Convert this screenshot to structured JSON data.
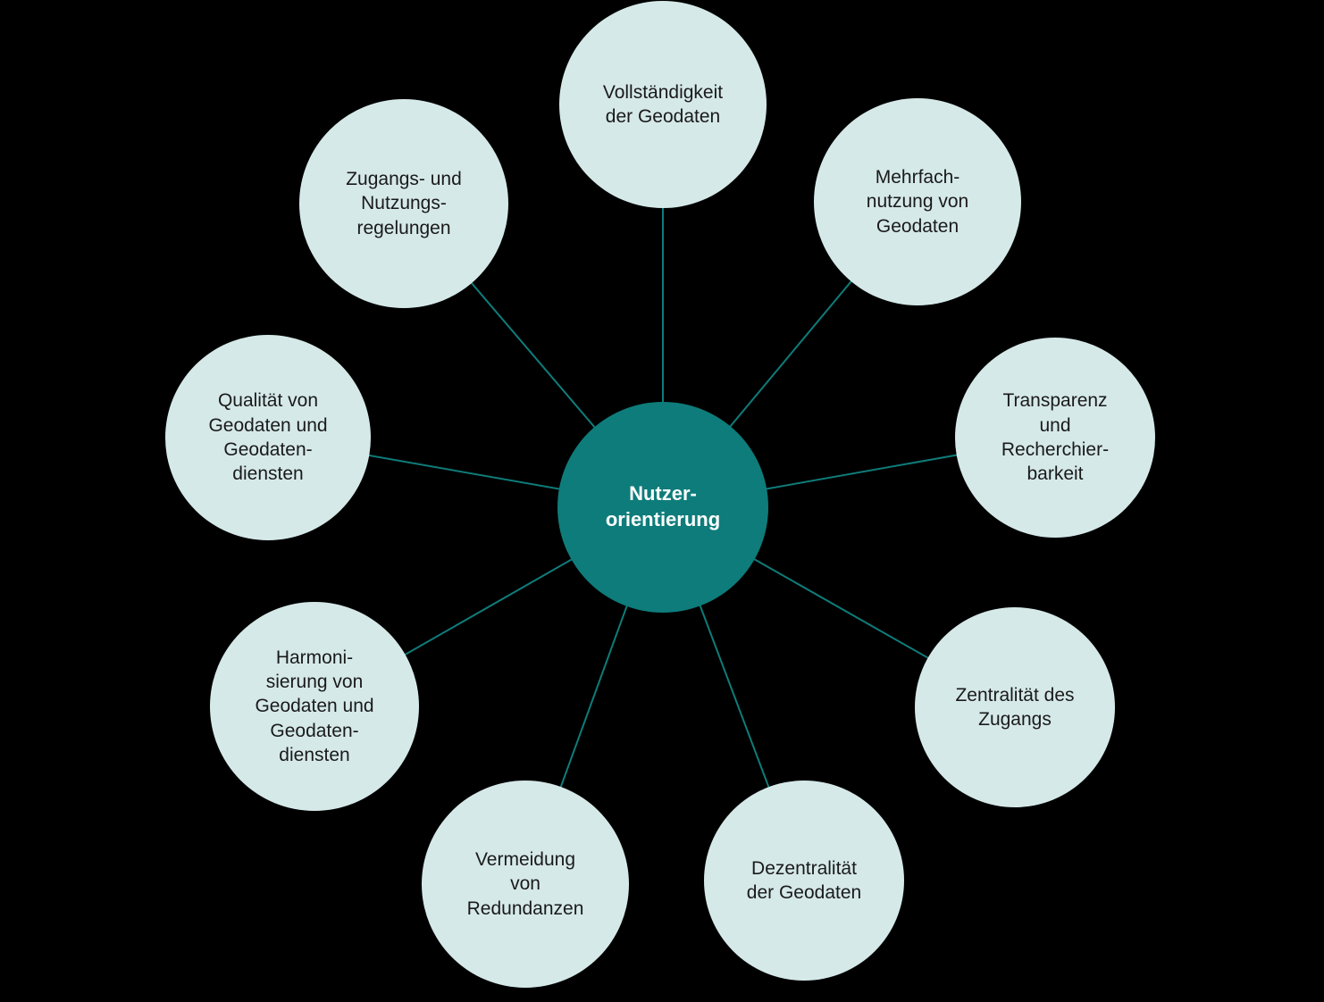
{
  "diagram": {
    "title": "Nutzerorientierung diagram",
    "center": {
      "label": "Nutzer-\norientierung"
    },
    "nodes": [
      {
        "id": "vollstaendigkeit",
        "label": "Vollständigkeit\nder Geodaten"
      },
      {
        "id": "mehrfachnutzung",
        "label": "Mehrfach-\nnutzung von\nGeodaten"
      },
      {
        "id": "transparenz",
        "label": "Transparenz\nund\nRecherchier-\nbarkeit"
      },
      {
        "id": "zentralitaet",
        "label": "Zentralität des\nZugangs"
      },
      {
        "id": "dezentralitaet",
        "label": "Dezentralität\nder Geodaten"
      },
      {
        "id": "vermeidung",
        "label": "Vermeidung\nvon\nRedundanzen"
      },
      {
        "id": "harmonisierung",
        "label": "Harmoni-\nsierung von\nGeodaten und\nGeodaten-\ndiensten"
      },
      {
        "id": "qualitaet",
        "label": "Qualität von\nGeodaten und\nGeodaten-\ndiensten"
      },
      {
        "id": "zugangs",
        "label": "Zugangs- und\nNutzungs-\nregelungen"
      }
    ],
    "colors": {
      "background": "#000000",
      "center_fill": "#0e7c7a",
      "node_fill": "#d6e9e9",
      "line": "#0e7c7a",
      "node_text": "#1a1a1a",
      "center_text": "#ffffff"
    }
  }
}
